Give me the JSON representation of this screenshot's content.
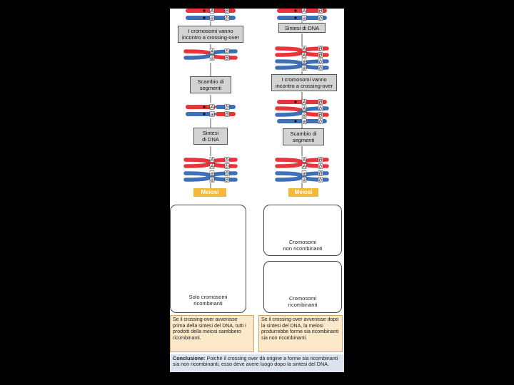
{
  "steps": {
    "left_crossing": "I cromosomi vanno\nincontro a crossing-over",
    "left_swap": "Scambio di\nsegmenti",
    "left_synth": "Sintesi\ndi DNA",
    "right_synth": "Sintesi di DNA",
    "right_crossing": "I cromosomi vanno\nincontro a crossing-over",
    "right_swap": "Scambio di\nsegmenti"
  },
  "meiosis_label": "Meiosi",
  "result_labels": {
    "left_recombinant": "Solo cromosomi\nricombinanti",
    "right_nonrecombinant": "Cromosomi\nnon ricombinanti",
    "right_recombinant": "Cromosomi\nricombinanti"
  },
  "notes": {
    "left": "Se il crossing-over avvenisse prima della sintesi del DNA, tutti i prodotti della meiosi sarebbero ricombinanti.",
    "right": "Se il crossing-over avvenisse dopo la sintesi del DNA, la meiosi produrrebbe forme sia ricombinanti sia non ricombinanti."
  },
  "conclusion": {
    "label": "Conclusione:",
    "text": "Poiché il crossing over dà origine a forme sia ricombinanti sia non ricombinanti, esso deve avere luogo dopo la sintesi del DNA."
  },
  "allele_labels": {
    "first": "A",
    "second": "B",
    "first_lower": "a",
    "second_lower": "b"
  },
  "colors": {
    "red": "#e8353b",
    "blue": "#3f6fb6",
    "meiosis": "#f4b93a",
    "note_background": "#fbe9c9",
    "conclusion_background": "#dbe3ef"
  }
}
